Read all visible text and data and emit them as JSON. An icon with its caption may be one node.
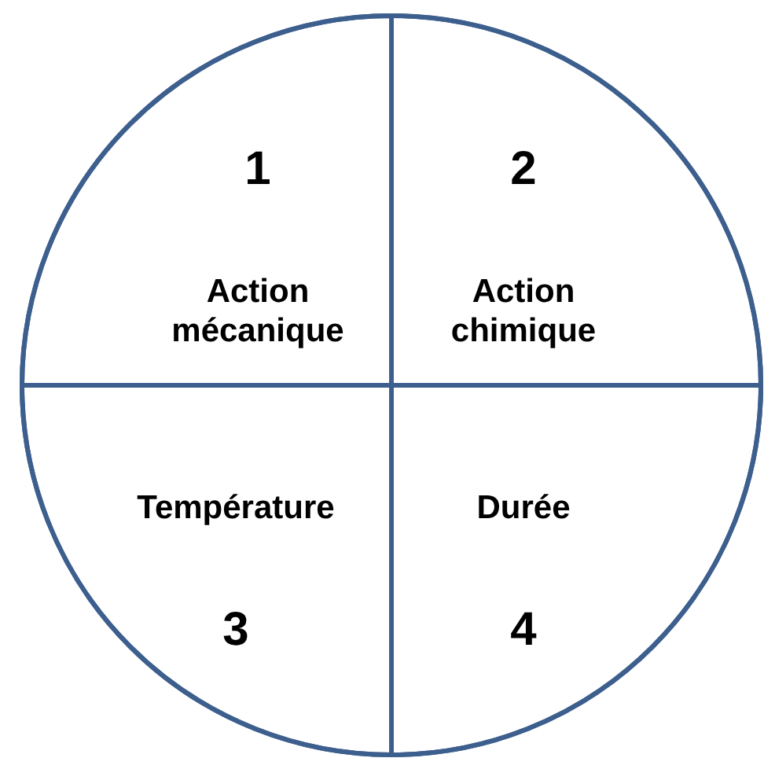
{
  "diagram": {
    "nodes": [
      {
        "text": [],
        "shape": "circle"
      },
      {
        "text": [
          "1",
          "Action mécanique"
        ],
        "in": 0
      },
      {
        "text": [
          "2",
          "Action chimique"
        ],
        "in": 0
      },
      {
        "text": [
          "Température",
          "3"
        ],
        "in": 0
      },
      {
        "text": [
          "Durée",
          "4"
        ],
        "in": 0
      }
    ],
    "edges": []
  }
}
